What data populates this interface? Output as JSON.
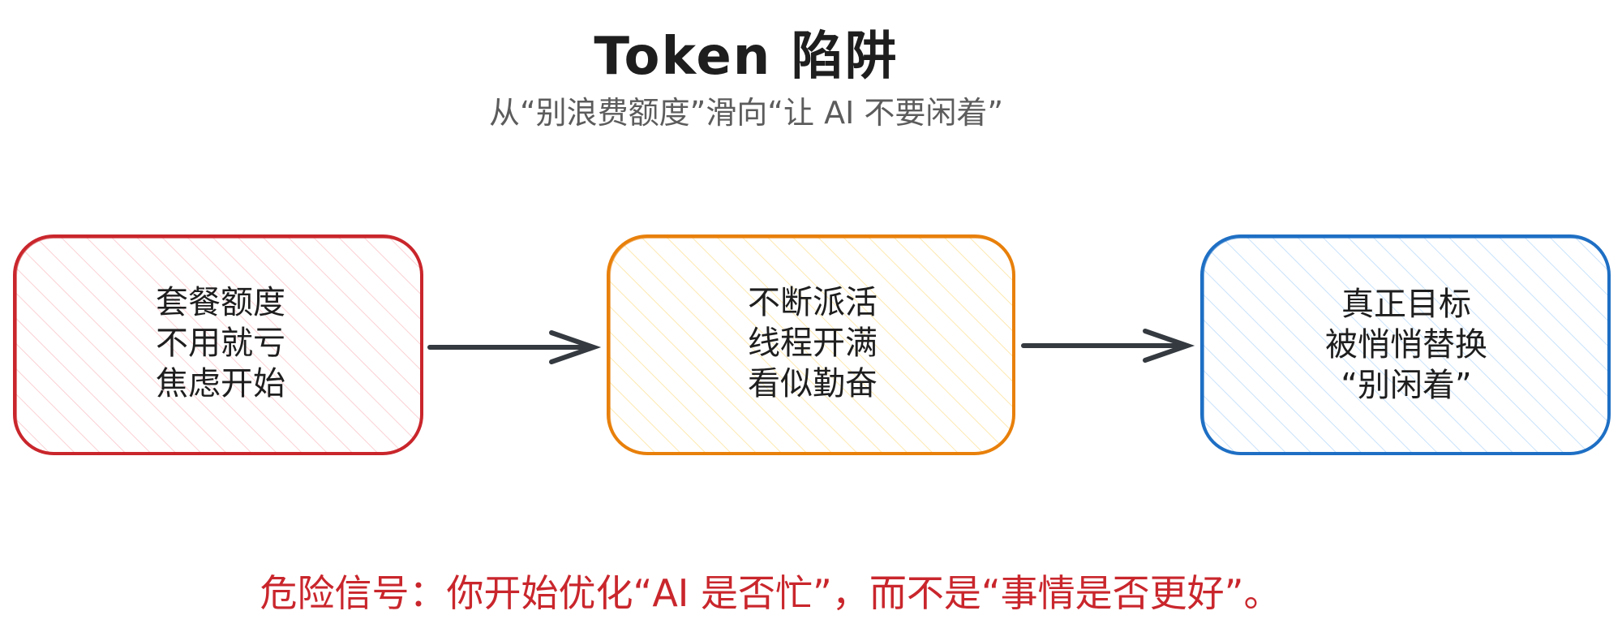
{
  "title": "Token 陷阱",
  "subtitle": "从“别浪费额度”滑向“让 AI 不要闲着”",
  "boxes": [
    {
      "lines": [
        "套餐额度",
        "不用就亏",
        "焦虑开始"
      ],
      "stroke": "#c9262c",
      "hatch": "#fbd0d4"
    },
    {
      "lines": [
        "不断派活",
        "线程开满",
        "看似勤奋"
      ],
      "stroke": "#e8800b",
      "hatch": "#fde9b0"
    },
    {
      "lines": [
        "真正目标",
        "被悄悄替换",
        "“别闲着”"
      ],
      "stroke": "#1e6fc4",
      "hatch": "#c8e2fb"
    }
  ],
  "arrow_color": "#343a40",
  "warning": "危险信号：你开始优化“AI 是否忙”，而不是“事情是否更好”。",
  "warning_color": "#c9262c"
}
